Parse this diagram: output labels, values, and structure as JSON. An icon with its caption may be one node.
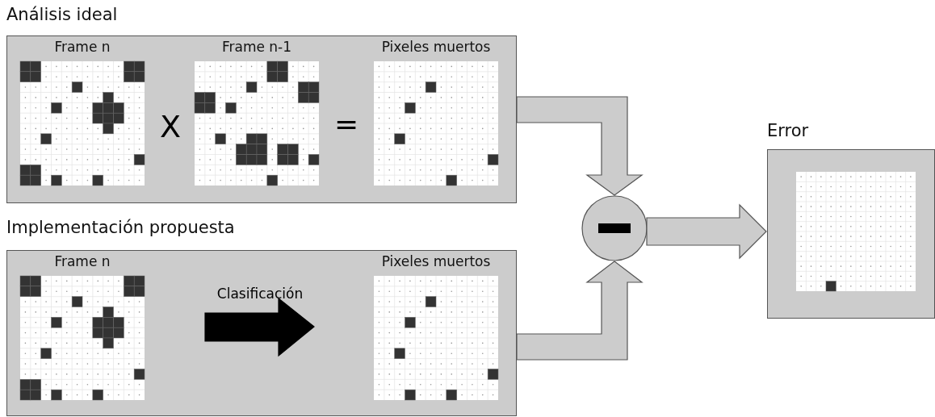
{
  "diagram": {
    "nodes": [
      {
        "text": [
          "Análisis ideal"
        ]
      },
      {
        "text": [
          "Frame n"
        ],
        "in": 0
      },
      {
        "text": [
          "Frame n-1"
        ],
        "in": 0
      },
      {
        "text": [
          "Pixeles muertos"
        ],
        "in": 0
      },
      {
        "text": [
          "Implementación propuesta"
        ]
      },
      {
        "text": [
          "Frame n"
        ],
        "in": 4
      },
      {
        "text": [
          "Pixeles muertos"
        ],
        "in": 4
      },
      {
        "text": [],
        "shape": "circle"
      },
      {
        "text": [
          "Error"
        ]
      }
    ],
    "edges": [
      {
        "from": 5,
        "to": 6,
        "arrow": "to",
        "label": "Clasificación"
      },
      {
        "from": 0,
        "to": 7,
        "arrow": "to"
      },
      {
        "from": 4,
        "to": 7,
        "arrow": "to"
      },
      {
        "from": 7,
        "to": 8,
        "arrow": "to"
      }
    ],
    "labels": [
      "X",
      "="
    ]
  }
}
